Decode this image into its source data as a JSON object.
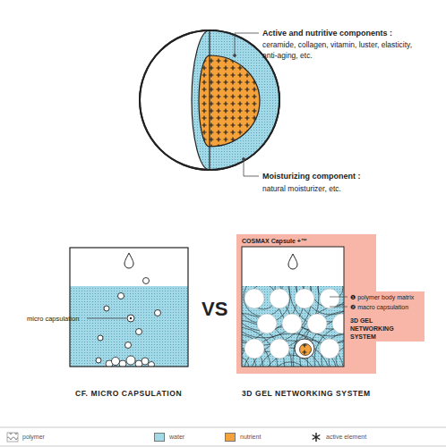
{
  "diagram": {
    "nodes": [
      {
        "text": [
          "COSMAX Capsule +™",
          "❶ polymer body matrix",
          "❷ macro capsulation",
          "3D GEL NETWORKING SYSTEM"
        ]
      }
    ],
    "labels": [
      "Active and nutritive components :",
      "ceramide, collagen, vitamin, luster, elasticity, anti-aging, etc.",
      "Moisturizing component :",
      "natural moisturizer, etc.",
      "micro capsulation",
      "VS",
      "CF. MICRO CAPSULATION",
      "3D GEL NETWORKING SYSTEM"
    ],
    "legend": [
      {
        "text": "polymer"
      },
      {
        "text": "water",
        "color": "#a3d8e7"
      },
      {
        "text": "nutrient",
        "color": "#f6a23a"
      },
      {
        "text": "active element"
      }
    ]
  }
}
